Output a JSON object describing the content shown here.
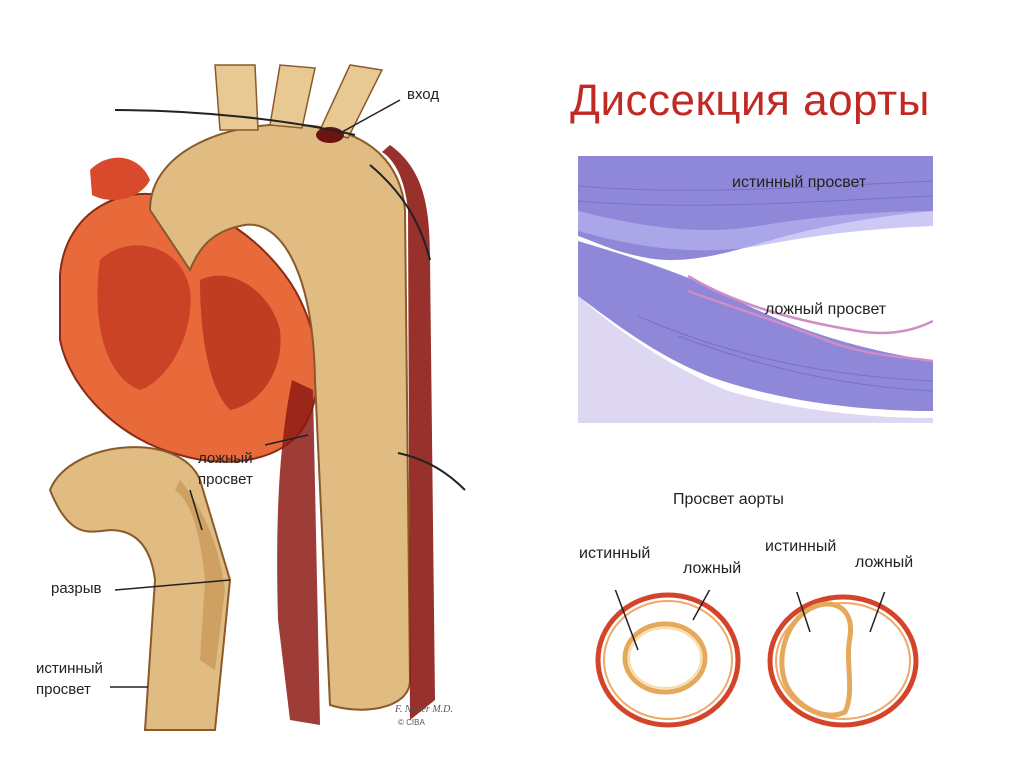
{
  "slide": {
    "title": "Диссекция аорты",
    "colors": {
      "title": "#c02a24",
      "aorta": "#e0bb82",
      "blood": "#8d1a14",
      "heart": "#e86a3a",
      "histo": "#8f87d8"
    }
  },
  "anatomy": {
    "label_entry": "вход",
    "label_false_lumen_line1": "ложный",
    "label_false_lumen_line2": "просвет",
    "label_tear": "разрыв",
    "label_true_lumen_line1": "истинный",
    "label_true_lumen_line2": "просвет",
    "signature": "F. Netter M.D.",
    "stamp": "© CIBA"
  },
  "histology": {
    "label_true_lumen": "истинный просвет",
    "label_false_lumen": "ложный просвет"
  },
  "cross_sections": {
    "heading": "Просвет аорты",
    "left": {
      "label_true": "истинный",
      "label_false": "ложный"
    },
    "right": {
      "label_true": "истинный",
      "label_false": "ложный"
    }
  }
}
